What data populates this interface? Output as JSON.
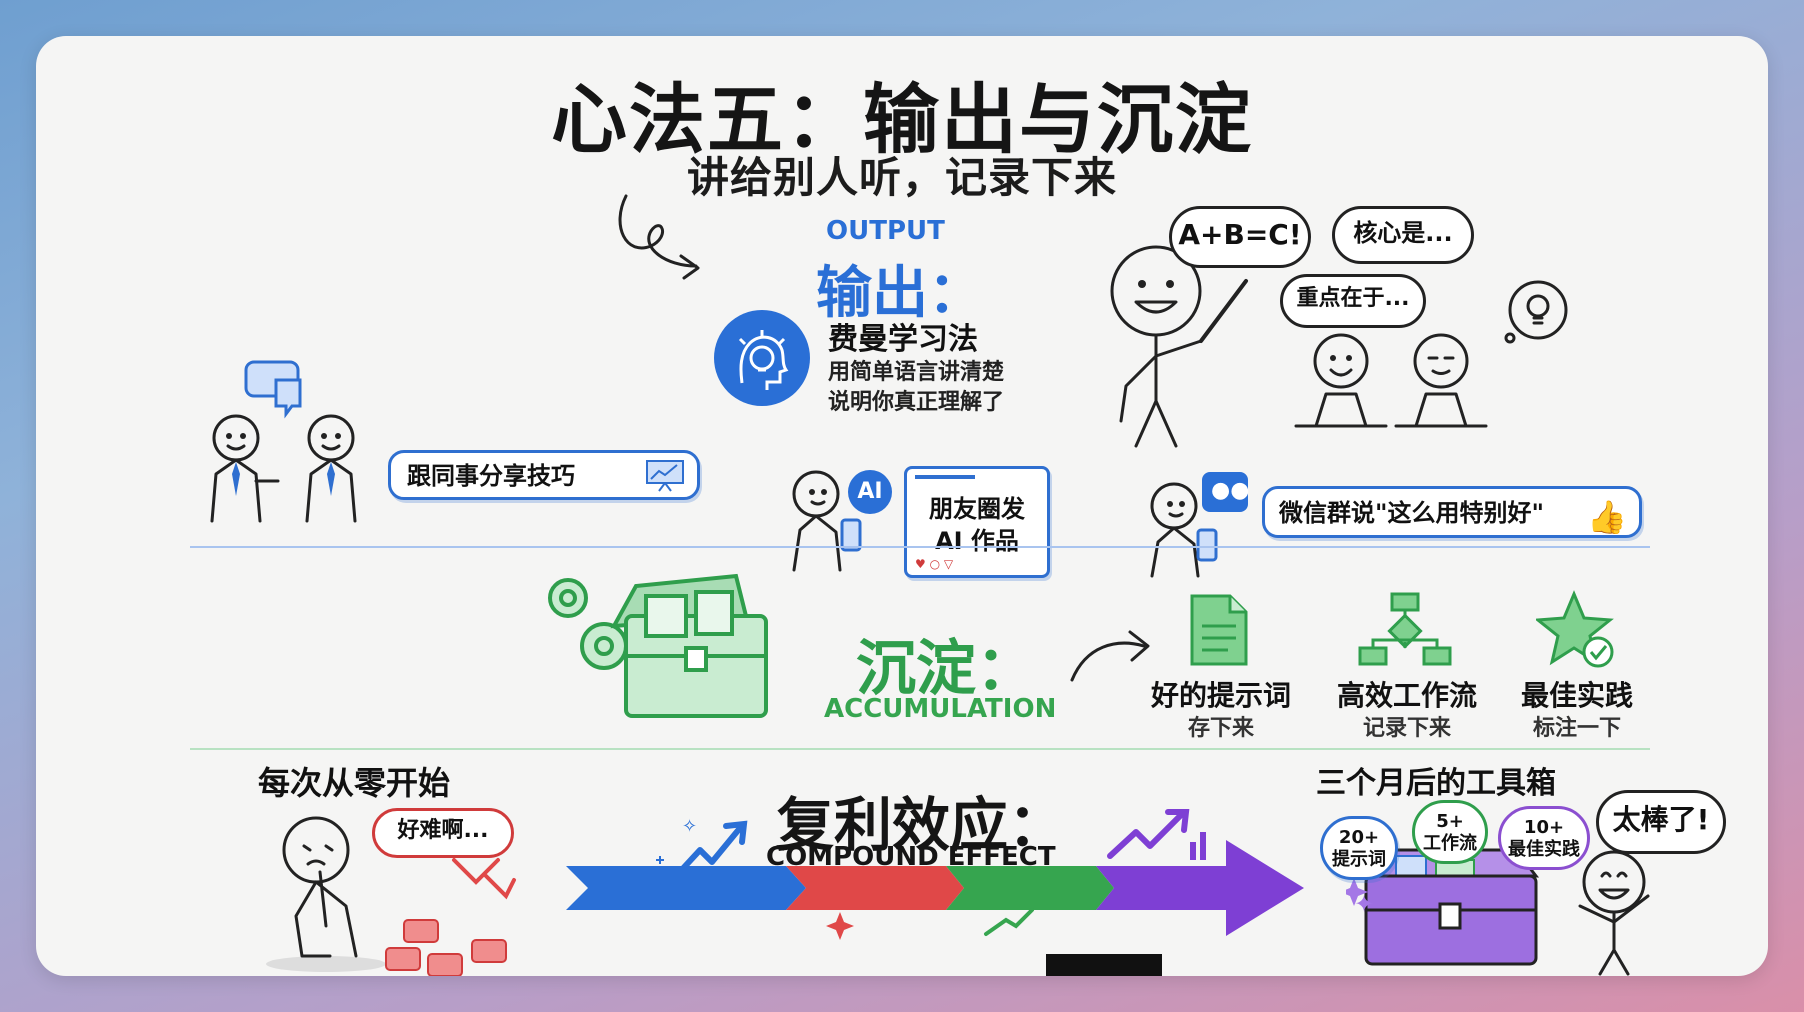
{
  "title": "心法五：输出与沉淀",
  "subtitle": "讲给别人听，记录下来",
  "output": {
    "en": "OUTPUT",
    "cn": "输出：",
    "method_title": "费曼学习法",
    "method_line1": "用简单语言讲清楚",
    "method_line2": "说明你真正理解了",
    "teacher_bubbles": [
      "A+B=C!",
      "核心是...",
      "重点在于..."
    ],
    "examples": [
      {
        "text": "跟同事分享技巧"
      },
      {
        "text_line1": "朋友圈发",
        "text_line2": "AI 作品",
        "ai_badge": "AI"
      },
      {
        "text": "微信群说\"这么用特别好\""
      }
    ]
  },
  "accumulation": {
    "cn": "沉淀：",
    "en": "ACCUMULATION",
    "items": [
      {
        "title": "好的提示词",
        "sub": "存下来",
        "icon": "document-icon"
      },
      {
        "title": "高效工作流",
        "sub": "记录下来",
        "icon": "workflow-icon"
      },
      {
        "title": "最佳实践",
        "sub": "标注一下",
        "icon": "star-check-icon"
      }
    ]
  },
  "compound": {
    "cn": "复利效应：",
    "en": "COMPOUND EFFECT",
    "left_title": "每次从零开始",
    "left_bubble": "好难啊...",
    "right_title": "三个月后的工具箱",
    "right_bubble": "太棒了!",
    "chest_bubbles": [
      {
        "line1": "20+",
        "line2": "提示词"
      },
      {
        "line1": "5+",
        "line2": "工作流"
      },
      {
        "line1": "10+",
        "line2": "最佳实践"
      }
    ]
  },
  "colors": {
    "blue": "#2a6fd6",
    "green": "#36a54f",
    "red": "#e04848",
    "purple": "#7e3fd4"
  }
}
